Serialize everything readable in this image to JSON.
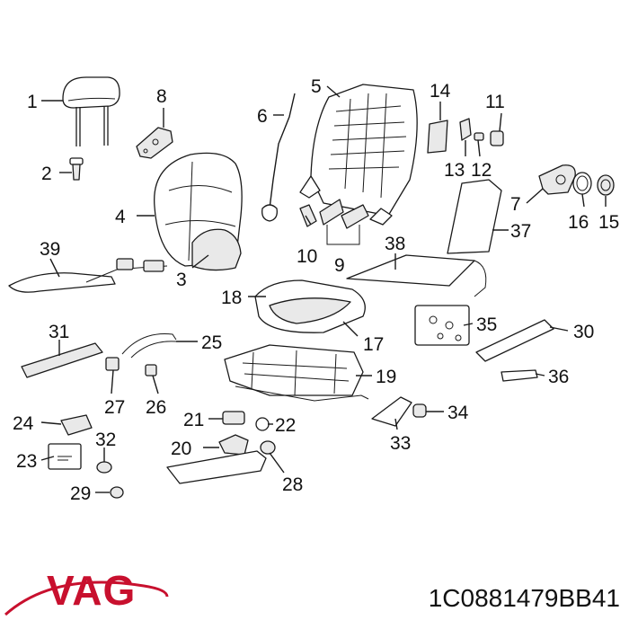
{
  "labels": {
    "l1": "1",
    "l2": "2",
    "l3": "3",
    "l4": "4",
    "l5": "5",
    "l6": "6",
    "l7": "7",
    "l8": "8",
    "l9": "9",
    "l10": "10",
    "l11": "11",
    "l12": "12",
    "l13": "13",
    "l14": "14",
    "l15": "15",
    "l16": "16",
    "l17": "17",
    "l18": "18",
    "l19": "19",
    "l20": "20",
    "l21": "21",
    "l22": "22",
    "l23": "23",
    "l24": "24",
    "l25": "25",
    "l26": "26",
    "l27": "27",
    "l28": "28",
    "l29": "29",
    "l30": "30",
    "l31": "31",
    "l32": "32",
    "l33": "33",
    "l34": "34",
    "l35": "35",
    "l36": "36",
    "l37": "37",
    "l38": "38",
    "l39": "39"
  },
  "brand": {
    "logo_text": "VAG",
    "logo_color": "#c8102e"
  },
  "part_number": "1C0881479BB41"
}
